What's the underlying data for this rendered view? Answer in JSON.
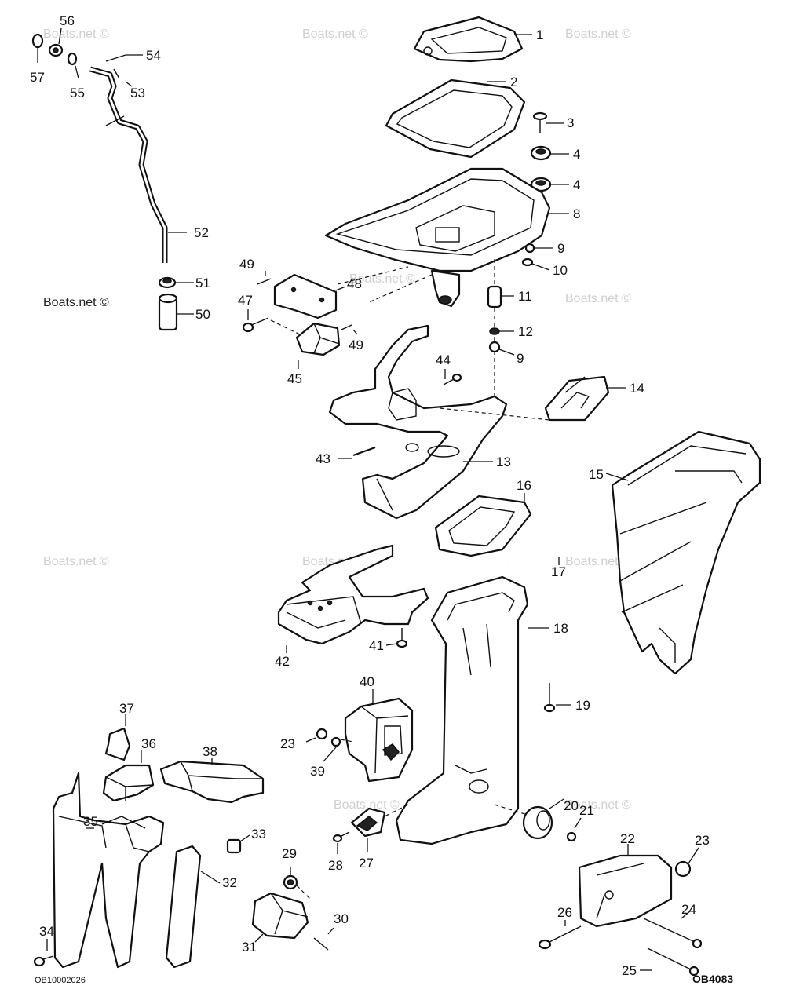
{
  "watermarks": {
    "w1": "Boats.net ©",
    "w2": "Boats.net ©",
    "w3": "Boats.net ©",
    "w4": "Boats.net ©",
    "w5": "Boats.net ©",
    "w6": "Boats.net ©",
    "w7": "Boats.net ©",
    "w8": "Boats.net ©",
    "w9": "Boats.net ©",
    "w10": "Boats.net ©",
    "w11": "Boats.net ©"
  },
  "footer": {
    "left_code": "OB10002026",
    "right_code": "OB4083"
  },
  "callouts": {
    "c1": "1",
    "c2": "2",
    "c3": "3",
    "c4a": "4",
    "c4b": "4",
    "c8": "8",
    "c9a": "9",
    "c10": "10",
    "c11": "11",
    "c12": "12",
    "c9b": "9",
    "c13": "13",
    "c14": "14",
    "c15": "15",
    "c16": "16",
    "c17": "17",
    "c18": "18",
    "c19": "19",
    "c20": "20",
    "c21": "21",
    "c22": "22",
    "c23a": "23",
    "c24": "24",
    "c25": "25",
    "c26": "26",
    "c27": "27",
    "c28": "28",
    "c29": "29",
    "c30": "30",
    "c31": "31",
    "c32": "32",
    "c33": "33",
    "c34": "34",
    "c35": "35",
    "c36": "36",
    "c37": "37",
    "c38": "38",
    "c39": "39",
    "c23b": "23",
    "c40": "40",
    "c41": "41",
    "c42": "42",
    "c43": "43",
    "c44": "44",
    "c45": "45",
    "c47": "47",
    "c48": "48",
    "c49a": "49",
    "c49b": "49",
    "c50": "50",
    "c51": "51",
    "c52": "52",
    "c53": "53",
    "c54": "54",
    "c55": "55",
    "c56": "56",
    "c57": "57"
  }
}
